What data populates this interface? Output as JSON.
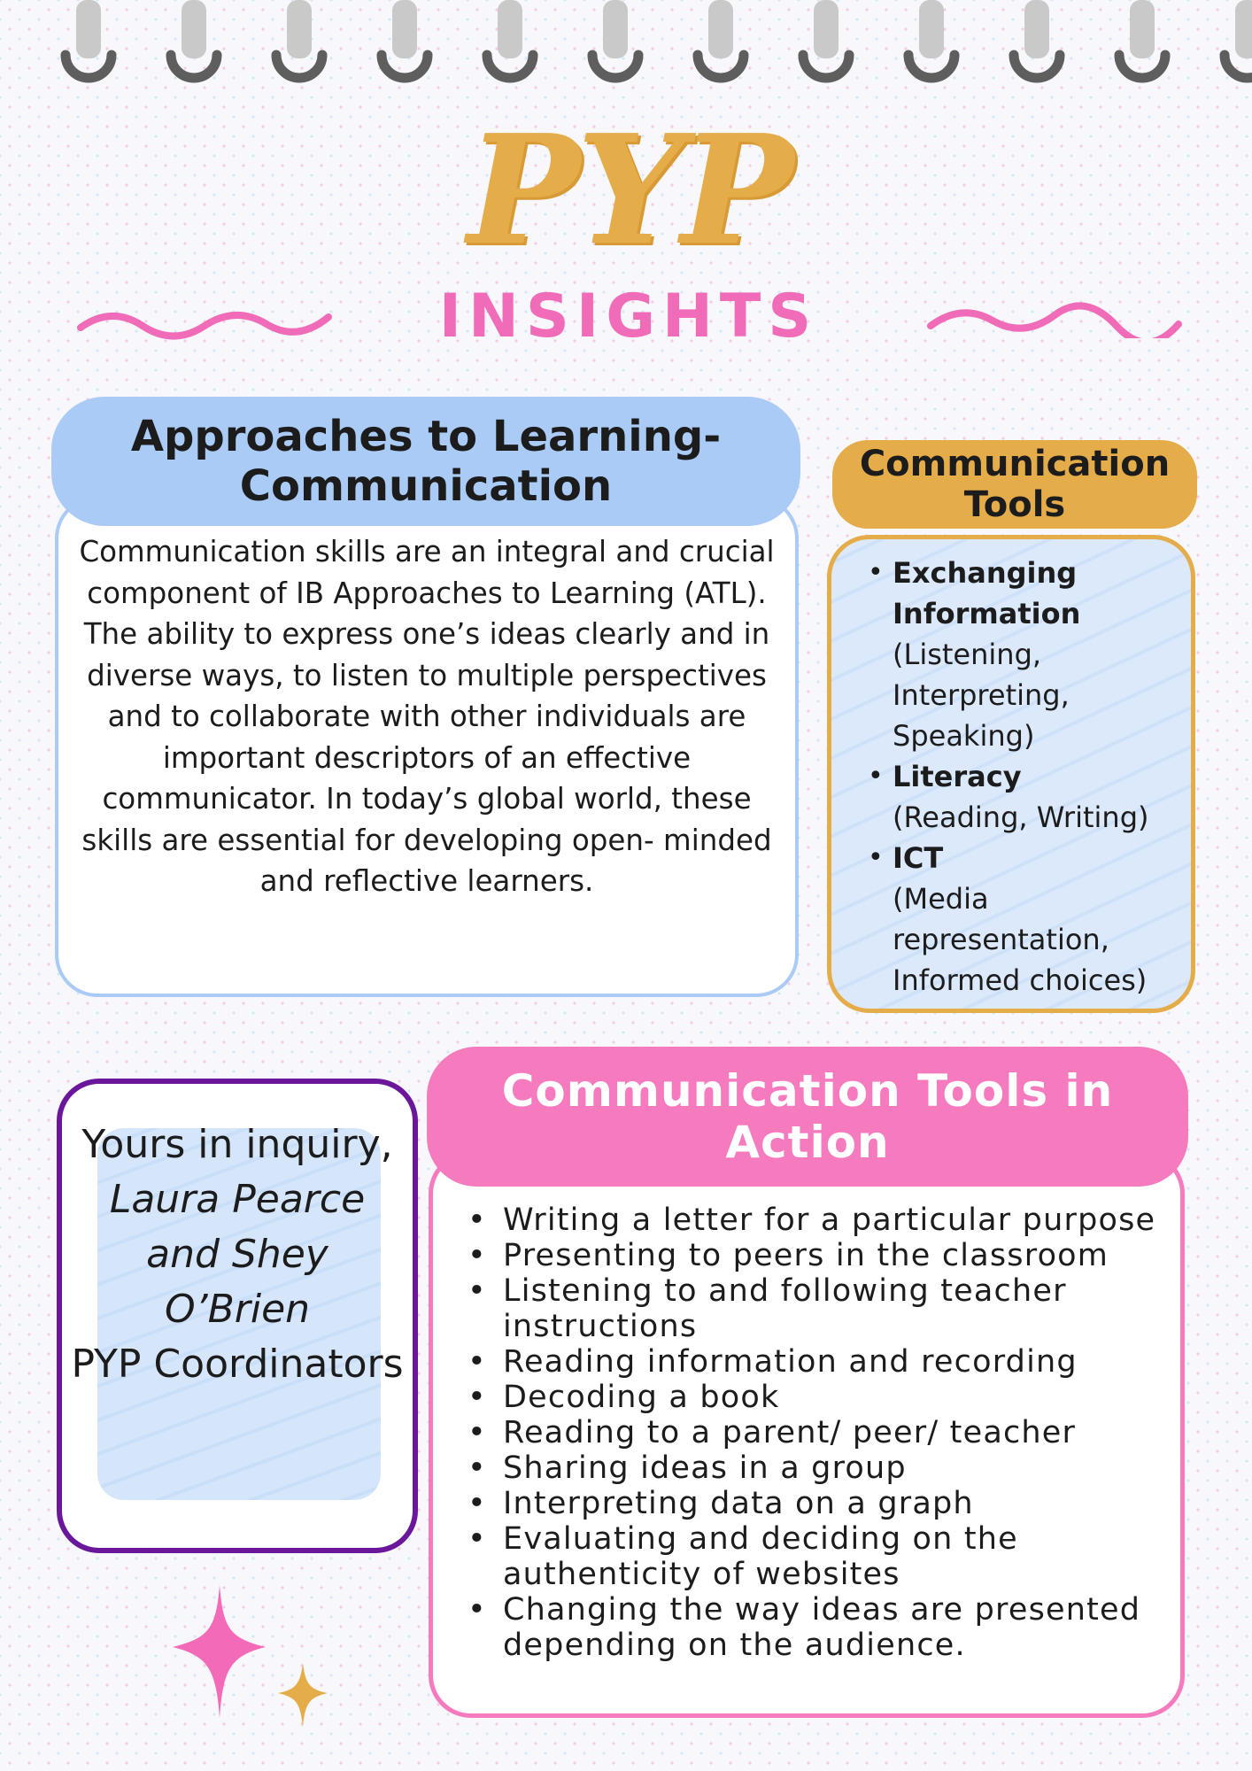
{
  "header": {
    "title": "PYP",
    "subtitle": "INSIGHTS"
  },
  "atl": {
    "heading": "Approaches to Learning- Communication",
    "body": "Communication skills are an integral and crucial component of IB Approaches to Learning (ATL). The ability to express one’s ideas clearly and in diverse ways, to listen to multiple perspectives and to collaborate with other individuals are important descriptors of an effective communicator. In today’s global world, these skills are essential for developing open- minded and reflective learners."
  },
  "tools": {
    "heading": "Communication Tools",
    "items": [
      {
        "title": "Exchanging Information",
        "detail": "(Listening, Interpreting, Speaking)"
      },
      {
        "title": "Literacy",
        "detail": "(Reading, Writing)"
      },
      {
        "title": "ICT",
        "detail": "(Media representation, Informed choices)"
      }
    ]
  },
  "signoff": {
    "line1": "Yours in inquiry,",
    "names": "Laura Pearce and Shey O’Brien",
    "role": "PYP Coordinators"
  },
  "action": {
    "heading": "Communication Tools in Action",
    "items": [
      "Writing a letter for a particular purpose",
      "Presenting to peers in the classroom",
      "Listening to and following teacher instructions",
      "Reading information and recording",
      "Decoding a book",
      "Reading to a parent/ peer/ teacher",
      "Sharing ideas in a group",
      "Interpreting data on a graph",
      "Evaluating and deciding on the authenticity of websites",
      "Changing the way ideas are presented depending on the audience."
    ]
  },
  "colors": {
    "gold": "#e5ac4a",
    "pink": "#f57abe",
    "blue": "#a9cbf6",
    "purple": "#6a179c"
  },
  "icons": [
    "spiral-binding-icon",
    "wave-decoration-icon",
    "sparkle-star-icon"
  ]
}
